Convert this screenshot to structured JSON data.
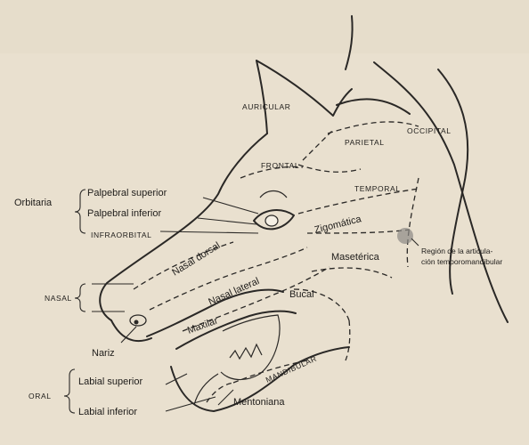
{
  "colors": {
    "paper": "#e9e0cf",
    "ink": "#2a2826",
    "marker": "#8c8985"
  },
  "labels": {
    "auricular": "AURICULAR",
    "parietal": "PARIETAL",
    "occipital": "OCCIPITAL",
    "frontal": "FRONTAL",
    "temporal": "TEMPORAL",
    "orbitaria": "Orbitaria",
    "palpebral_superior": "Palpebral superior",
    "palpebral_inferior": "Palpebral inferior",
    "infraorbital": "INFRAORBITAL",
    "zigomatica": "Zigomática",
    "region_line1": "Región de la articula-",
    "region_line2": "ción temporomandibular",
    "nasal_dorsal": "Nasal dorsal",
    "masseterica": "Masetérica",
    "nasal_group": "NASAL",
    "nasal_lateral": "Nasal lateral",
    "bucal": "Bucal",
    "maxilar": "Maxilar",
    "nariz": "Nariz",
    "mandibular": "MANDIBULAR",
    "labial_superior": "Labial superior",
    "oral": "ORAL",
    "labial_inferior": "Labial inferior",
    "mentoniana": "Mentoniana"
  }
}
